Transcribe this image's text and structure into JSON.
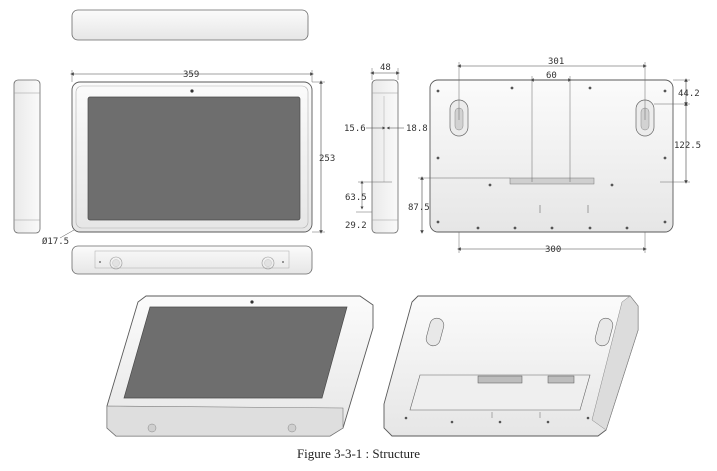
{
  "caption": "Figure 3-3-1 : Structure",
  "dimensions": {
    "front_width": "359",
    "front_height": "253",
    "corner_offset": "Ø17.5",
    "side_depth": "48",
    "side_top_a": "15.6",
    "side_top_b": "18.8",
    "side_mid": "63.5",
    "side_low": "29.2",
    "back_span": "301",
    "back_center": "60",
    "back_top": "44.2",
    "back_vertical": "122.5",
    "back_left_vertical": "87.5",
    "back_bottom_span": "300"
  },
  "colors": {
    "line": "#555555",
    "screen": "#6e6e6e",
    "body": "#f2f2f2",
    "shade": "#d9d9d9"
  }
}
